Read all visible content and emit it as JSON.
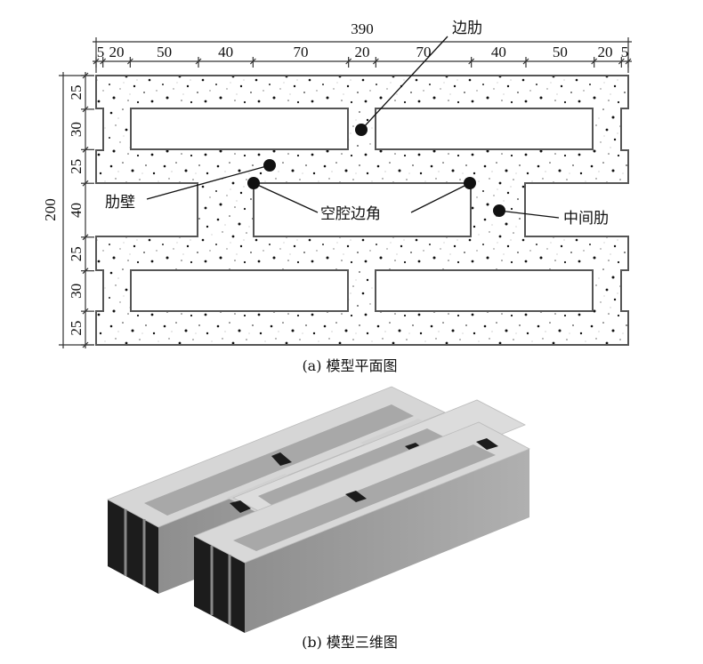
{
  "plan_view": {
    "total_width_label": "390",
    "total_height_label": "200",
    "width_segments": [
      "5",
      "20",
      "50",
      "40",
      "70",
      "20",
      "70",
      "40",
      "50",
      "20",
      "5"
    ],
    "height_segments": [
      "25",
      "30",
      "25",
      "40",
      "25",
      "30",
      "25"
    ],
    "annotations": {
      "edge_rib": "边肋",
      "rib_wall": "肋壁",
      "cavity_corner": "空腔边角",
      "middle_rib": "中间肋"
    },
    "caption": "(a) 模型平面图"
  },
  "view_3d": {
    "caption": "(b) 模型三维图"
  },
  "colors": {
    "outline": "#555555",
    "ink": "#111111",
    "top_face": "#d9d9d9",
    "side_face": "#9a9a9a",
    "end_face": "#1c1c1c",
    "cavity_floor": "#a8a8a8"
  }
}
